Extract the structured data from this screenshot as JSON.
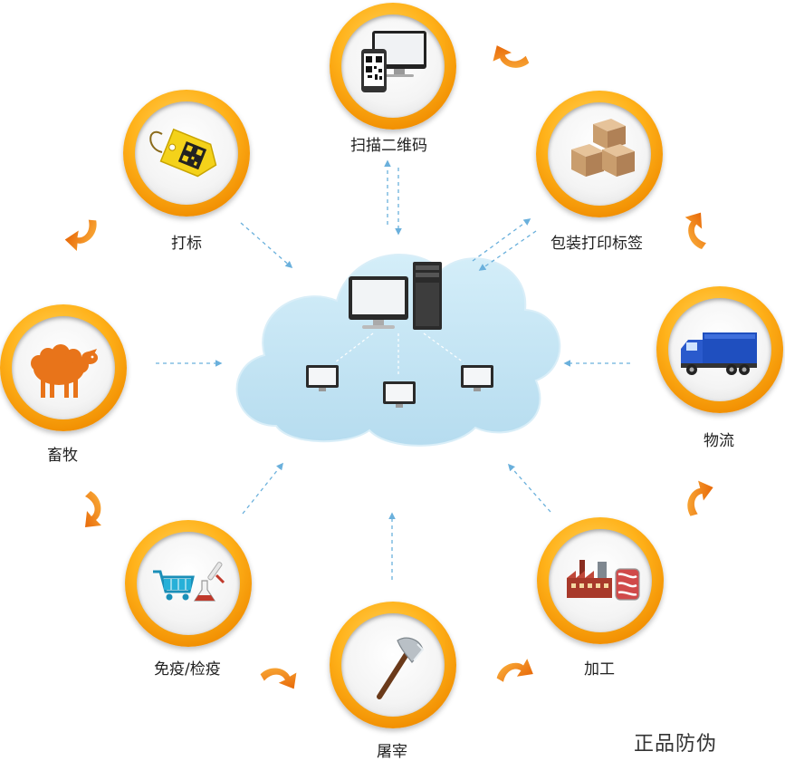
{
  "diagram": {
    "center_label": "",
    "nodes": {
      "scan_qr": {
        "label": "扫描二维码",
        "icon": "qr-scan-monitor-icon"
      },
      "packaging": {
        "label": "包装打印标签",
        "icon": "boxes-icon"
      },
      "tagging": {
        "label": "打标",
        "icon": "qr-tag-icon"
      },
      "livestock": {
        "label": "畜牧",
        "icon": "sheep-icon"
      },
      "logistics": {
        "label": "物流",
        "icon": "truck-icon"
      },
      "quarantine": {
        "label": "免疫/检疫",
        "icon": "cart-lab-icon"
      },
      "slaughter": {
        "label": "屠宰",
        "icon": "axe-icon"
      },
      "processing": {
        "label": "加工",
        "icon": "factory-meat-icon"
      }
    },
    "footer_title": "正品防伪",
    "colors": {
      "ring": "#f7a000",
      "arrow_orange": "#f07a10",
      "arrow_blue": "#6ab0dc",
      "cloud": "#bfe2f2"
    }
  }
}
